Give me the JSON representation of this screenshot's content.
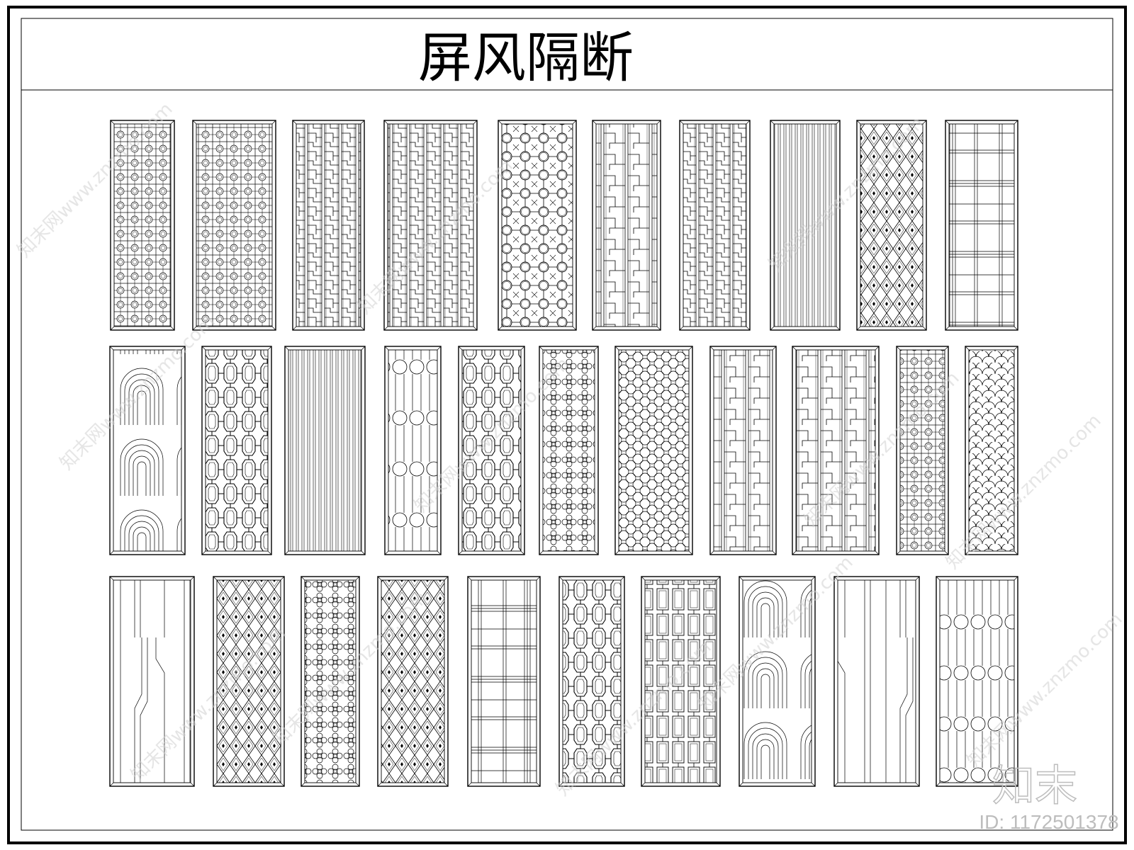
{
  "sheet": {
    "title": "屏风隔断",
    "stroke_color": "#000000",
    "background_color": "#ffffff"
  },
  "watermark": {
    "text": "知末网www.znzmo.com",
    "logo_text": "知末",
    "id_text": "ID: 1172501378",
    "color": "#cfcfcf"
  },
  "panels": {
    "row1": [
      "circles-grid",
      "circles-grid",
      "fret-ladder",
      "fret-ladder",
      "ring-lattice",
      "fret-zigzag",
      "fret-ladder",
      "vertical-slats-wave",
      "diamond-lattice",
      "tartan-grid"
    ],
    "row2": [
      "arch-curves",
      "hex-chain",
      "vertical-slats",
      "bead-bars",
      "hex-chain",
      "quatrefoil-lattice",
      "octagon-lattice",
      "fret-zigzag",
      "fret-zigzag",
      "circles-grid",
      "scale-pattern"
    ],
    "row3": [
      "circuit-lines",
      "diamond-lattice",
      "quatrefoil-lattice",
      "diamond-lattice",
      "tartan-grid",
      "hex-chain",
      "rect-lattice",
      "arch-curves",
      "circuit-lines",
      "bead-bars"
    ]
  }
}
